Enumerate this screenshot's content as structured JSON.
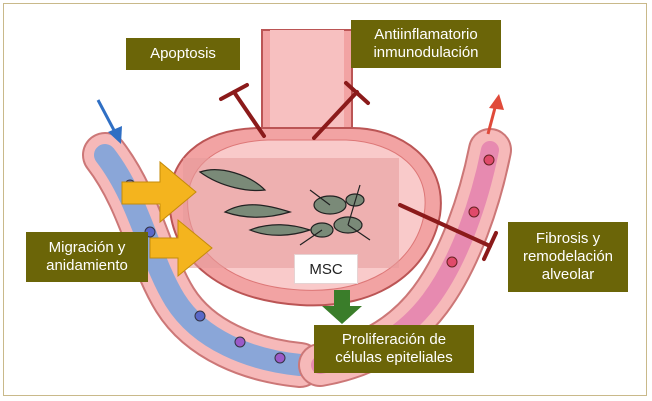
{
  "labels": {
    "apoptosis": "Apoptosis",
    "antiinflamatorio": "Antiinflamatorio\ninmunodulación",
    "migracion": "Migración y\nanidamiento",
    "fibrosis": "Fibrosis y\nremodelación\nalveolar",
    "proliferacion": "Proliferación de\ncélulas epiteliales",
    "msc": "MSC"
  },
  "colors": {
    "label_bg": "#6b6508",
    "alveolus": "#f2a3a3",
    "vessel_wall": "#f6b9b9",
    "vessel_blue": "#8aa6d8",
    "yellow_arrow": "#f4b41e",
    "green_arrow": "#3a7d2a",
    "inhibitor": "#8b1a1a",
    "blue_arrow": "#2f6fc4",
    "red_arrow": "#e04a3a"
  }
}
